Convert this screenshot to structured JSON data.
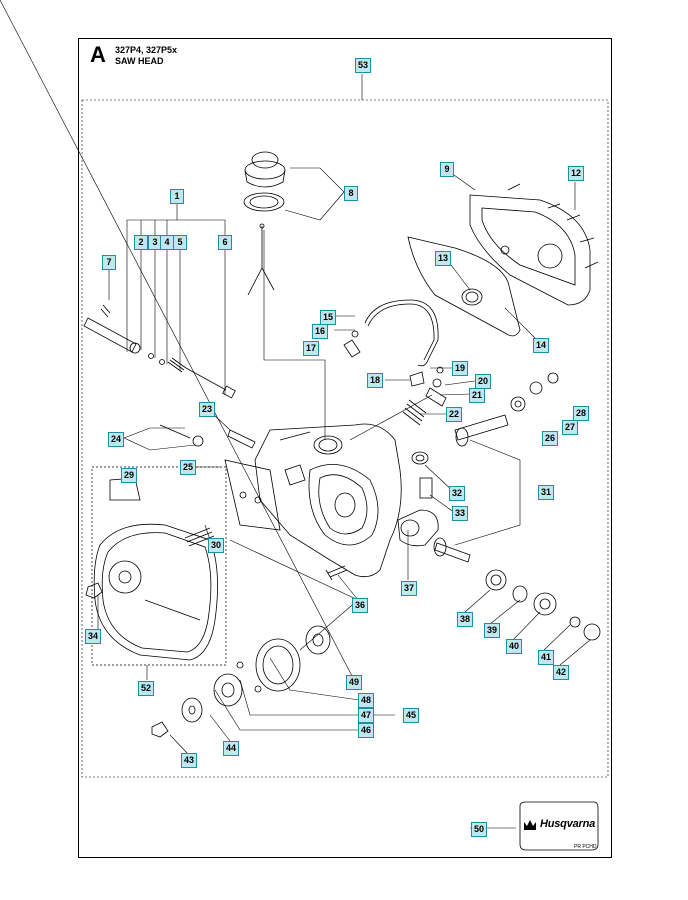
{
  "header": {
    "section_letter": "A",
    "models": "327P4, 327P5x",
    "title": "SAW HEAD"
  },
  "callouts": [
    "1",
    "2",
    "3",
    "4",
    "5",
    "6",
    "7",
    "8",
    "9",
    "12",
    "13",
    "14",
    "15",
    "16",
    "17",
    "18",
    "19",
    "20",
    "21",
    "22",
    "23",
    "24",
    "25",
    "26",
    "27",
    "28",
    "29",
    "30",
    "31",
    "32",
    "33",
    "34",
    "36",
    "37",
    "38",
    "39",
    "40",
    "41",
    "42",
    "43",
    "44",
    "45",
    "46",
    "47",
    "48",
    "49",
    "50",
    "52",
    "53"
  ],
  "logo": {
    "brand": "Husqvarna",
    "code": "PR PCHD"
  },
  "colors": {
    "callout_fill": "#bfe7ee",
    "callout_border": "#1a8fa8",
    "line": "#000000"
  }
}
